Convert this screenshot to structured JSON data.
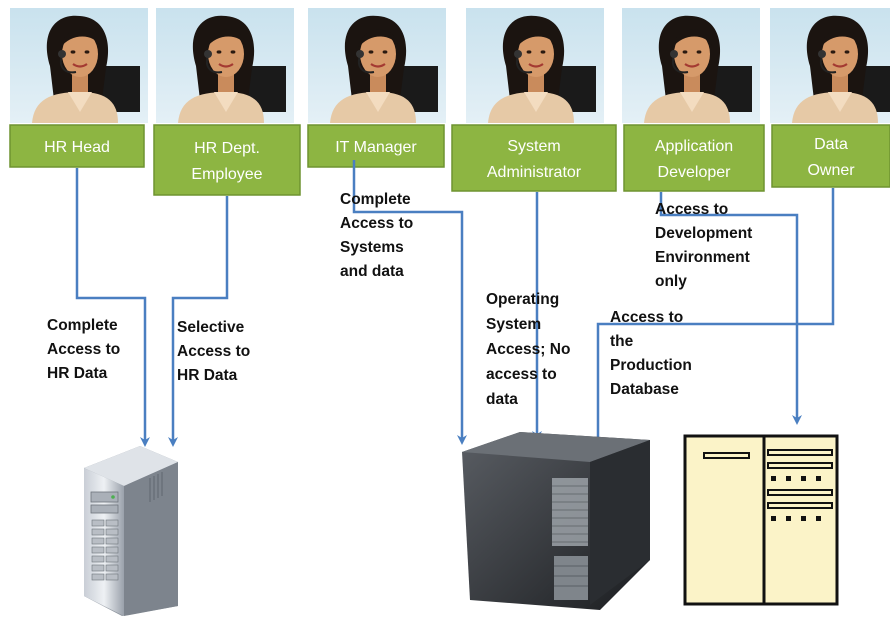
{
  "roles": [
    {
      "label_lines": [
        "HR Head"
      ]
    },
    {
      "label_lines": [
        "HR Dept.",
        "Employee"
      ]
    },
    {
      "label_lines": [
        "IT Manager"
      ]
    },
    {
      "label_lines": [
        "System",
        "Administrator"
      ]
    },
    {
      "label_lines": [
        "Application",
        "Developer"
      ]
    },
    {
      "label_lines": [
        "Data",
        "Owner"
      ]
    }
  ],
  "access_labels": {
    "hr_head": [
      "Complete",
      "Access to",
      "HR Data"
    ],
    "hr_employee": [
      "Selective",
      "Access to",
      "HR Data"
    ],
    "it_manager": [
      "Complete",
      "Access to",
      "Systems",
      "and data"
    ],
    "sysadmin": [
      "Operating",
      "System",
      "Access; No",
      "access to",
      "data"
    ],
    "app_developer": [
      "Access to",
      "Development",
      "Environment",
      "only"
    ],
    "data_owner": [
      "Access to",
      "the",
      "Production",
      "Database"
    ]
  },
  "servers": [
    {
      "icon": "tower-server-icon"
    },
    {
      "icon": "rack-server-icon"
    },
    {
      "icon": "server-cabinet-icon"
    }
  ],
  "colors": {
    "label_box": "#8db542",
    "label_border": "#6f9330",
    "connector": "#4a7fc1"
  }
}
